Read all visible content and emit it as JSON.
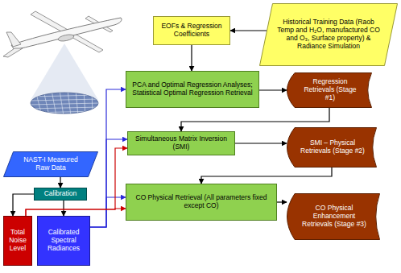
{
  "diagram": {
    "nodes": [
      {
        "text": [
          "NAST-I Measured Raw Data"
        ]
      },
      {
        "text": [
          "Calibration"
        ]
      },
      {
        "text": [
          "Total Noise Level"
        ]
      },
      {
        "text": [
          "Calibrated Spectral Radiances"
        ]
      },
      {
        "text": [
          "Historical Training Data (Raob Temp and H₂O, manufactured CO and O₃, Surface property) & Radiance Simulation"
        ]
      },
      {
        "text": [
          "EOFs & Regression Coefficients"
        ]
      },
      {
        "text": [
          "PCA and Optimal Regression Analyses; Statistical Optimal Regression Retrieval"
        ]
      },
      {
        "text": [
          "Regression Retrievals (Stage #1)"
        ]
      },
      {
        "text": [
          "Simultaneous Matrix Inversion (SMI)"
        ]
      },
      {
        "text": [
          "SMI – Physical Retrievals (Stage #2)"
        ]
      },
      {
        "text": [
          "CO Physical Retrieval (All parameters fixed except CO)"
        ]
      },
      {
        "text": [
          "CO Physical Enhancement Retrievals (Stage #3)"
        ]
      }
    ],
    "edges": [
      {
        "from": 0,
        "to": 1,
        "arrow": "to"
      },
      {
        "from": 1,
        "to": 2,
        "arrow": "to"
      },
      {
        "from": 1,
        "to": 3,
        "arrow": "to"
      },
      {
        "from": 4,
        "to": 5,
        "arrow": "to"
      },
      {
        "from": 5,
        "to": 6,
        "arrow": "to"
      },
      {
        "from": 3,
        "to": 6,
        "arrow": "to"
      },
      {
        "from": 3,
        "to": 8,
        "arrow": "to"
      },
      {
        "from": 3,
        "to": 10,
        "arrow": "to"
      },
      {
        "from": 2,
        "to": 8,
        "arrow": "to"
      },
      {
        "from": 2,
        "to": 10,
        "arrow": "to"
      },
      {
        "from": 6,
        "to": 7,
        "arrow": "to"
      },
      {
        "from": 7,
        "to": 8,
        "arrow": "to"
      },
      {
        "from": 8,
        "to": 9,
        "arrow": "to"
      },
      {
        "from": 9,
        "to": 10,
        "arrow": "to"
      },
      {
        "from": 10,
        "to": 11,
        "arrow": "to"
      }
    ]
  }
}
